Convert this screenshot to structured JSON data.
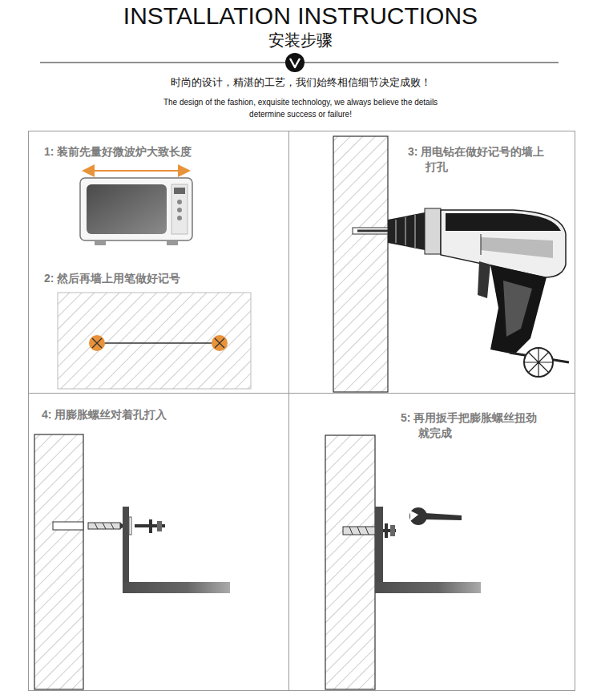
{
  "diagram": {
    "title": "INSTALLATION INSTRUCTIONS",
    "nodes": [
      {
        "text": [
          "1: 装前先量好微波炉大致长度",
          "2: 然后再墙上用笔做好记号"
        ]
      },
      {
        "text": [
          "3: 用电钻在做好记号的墙上 打孔"
        ]
      },
      {
        "text": [
          "4: 用膨胀螺丝对着孔打入"
        ]
      },
      {
        "text": [
          "5: 再用扳手把膨胀螺丝扭劲 就完成"
        ]
      }
    ],
    "labels": [
      "安装步骤",
      "时尚的设计，精湛的工艺，我们始终相信细节决定成败！",
      "The design of the fashion, exquisite technology, we always believe the details determine success or failure!"
    ]
  }
}
